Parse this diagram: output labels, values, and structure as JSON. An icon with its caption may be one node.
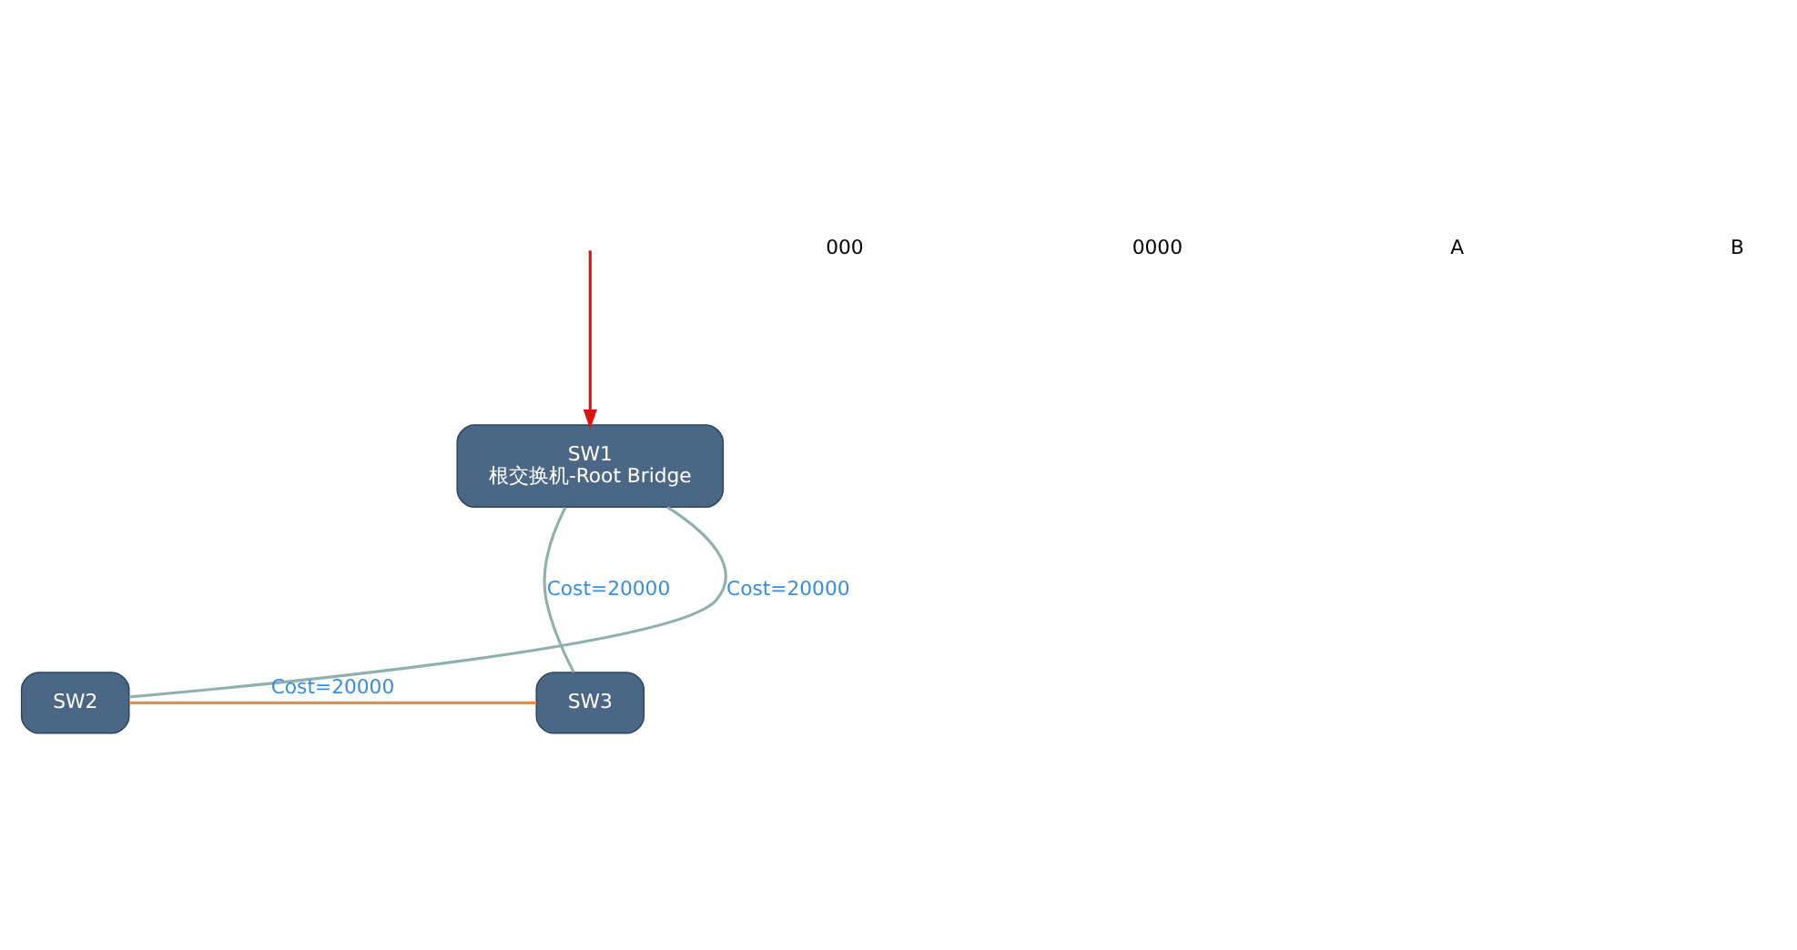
{
  "diagram": {
    "nodes": [
      {
        "text": [
          "SW1",
          "根交换机-Root Bridge"
        ]
      },
      {
        "text": [
          "SW2"
        ]
      },
      {
        "text": [
          "SW3"
        ]
      }
    ],
    "edges": [
      {
        "from": 1,
        "to": 0,
        "arrow": "none",
        "label": "Cost=20000",
        "color": "#8fb0ad"
      },
      {
        "from": 0,
        "to": 2,
        "arrow": "none",
        "label": "Cost=20000",
        "color": "#8fb0ad"
      },
      {
        "from": 1,
        "to": 2,
        "arrow": "none",
        "label": "Cost=20000",
        "color": "#f08a3c"
      },
      {
        "from": null,
        "to": 0,
        "arrow": "to",
        "color": "#e01010"
      }
    ],
    "labels": [
      "000",
      "0000",
      "A",
      "B"
    ]
  }
}
